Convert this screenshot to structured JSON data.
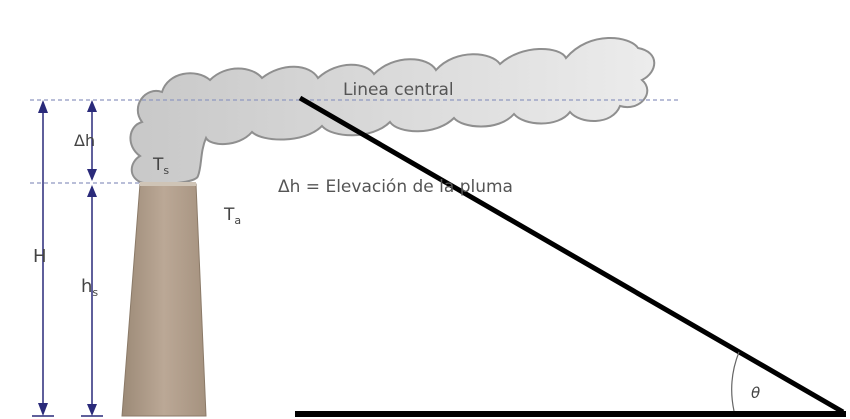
{
  "diagram": {
    "centerline_label": "Linea central",
    "delta_h_definition": "Δh = Elevación de la pluma",
    "stack_temp_T": "T",
    "stack_temp_sub": "s",
    "ambient_temp_T": "T",
    "ambient_temp_sub": "a",
    "total_height_label": "H",
    "plume_rise_label": "Δh",
    "stack_height_h": "h",
    "stack_height_sub": "s",
    "angle_label": "θ"
  },
  "colors": {
    "plume_fill": "#dcdcdc",
    "plume_stroke": "#8f8f8f",
    "stack_fill": "#bba896",
    "stack_top": "#cfc4b6",
    "dimension_line": "#2a2a7a",
    "centerline": "#8f98c0",
    "bold_line": "#000000"
  }
}
